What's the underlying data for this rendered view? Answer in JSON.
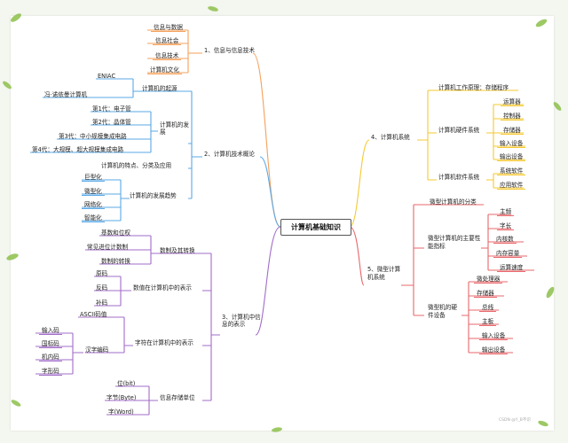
{
  "center": "计算机基础知识",
  "watermark": "CSDN @Y_B不识",
  "colors": {
    "orange": "#f5a05a",
    "blue": "#5aa8e6",
    "purple": "#a26cc8",
    "yellow": "#f5c832",
    "red": "#e8676b",
    "leaf": "#7fb540",
    "bg": "#f4f6f0"
  },
  "branches": {
    "b1": {
      "label": "1、信息与信息技术",
      "items": [
        "信息与数据",
        "信息社会",
        "信息技术",
        "计算机文化"
      ]
    },
    "b2": {
      "label": "2、计算机技术概论",
      "origin": {
        "label": "计算机的起源",
        "items": [
          "ENIAC",
          "冯·诺依曼计算机"
        ]
      },
      "dev": {
        "label": "计算机的发展",
        "items": [
          "第1代：电子管",
          "第2代：晶体管",
          "第3代：中小规模集成电路",
          "第4代：大规模、超大规模集成电路"
        ]
      },
      "features": "计算机的特点、分类及应用",
      "trend": {
        "label": "计算机的发展趋势",
        "items": [
          "巨型化",
          "微型化",
          "网络化",
          "智能化"
        ]
      }
    },
    "b3": {
      "label": "3、计算机中信息的表示",
      "numsys": {
        "label": "数制及其转换",
        "items": [
          "基数和位权",
          "常见进位计数制",
          "数制的转换"
        ]
      },
      "numrep": {
        "label": "数值在计算机中的表示",
        "items": [
          "原码",
          "反码",
          "补码"
        ]
      },
      "charrep": {
        "label": "字符在计算机中的表示",
        "ascii": "ASCII码值",
        "hanzi": "汉字编码",
        "hanzi_items": [
          "输入码",
          "国标码",
          "机内码",
          "字形码"
        ]
      },
      "storage": {
        "label": "信息存储单位",
        "items": [
          "位(bit)",
          "字节(Byte)",
          "字(Word)"
        ]
      }
    },
    "b4": {
      "label": "4、计算机系统",
      "principle": "计算机工作原理：存储程序",
      "hw": {
        "label": "计算机硬件系统",
        "items": [
          "运算器",
          "控制器",
          "存储器",
          "输入设备",
          "输出设备"
        ]
      },
      "sw": {
        "label": "计算机软件系统",
        "items": [
          "系统软件",
          "应用软件"
        ]
      }
    },
    "b5": {
      "label": "5、微型计算机系统",
      "cls": "微型计算机的分类",
      "perf": {
        "label": "微型计算机的主要性能指标",
        "items": [
          "主频",
          "字长",
          "内核数",
          "内存容量",
          "运算速度"
        ]
      },
      "hw": {
        "label": "微型机的硬件设备",
        "items": [
          "微处理器",
          "存储器",
          "总线",
          "主板",
          "输入设备",
          "输出设备"
        ]
      }
    }
  }
}
